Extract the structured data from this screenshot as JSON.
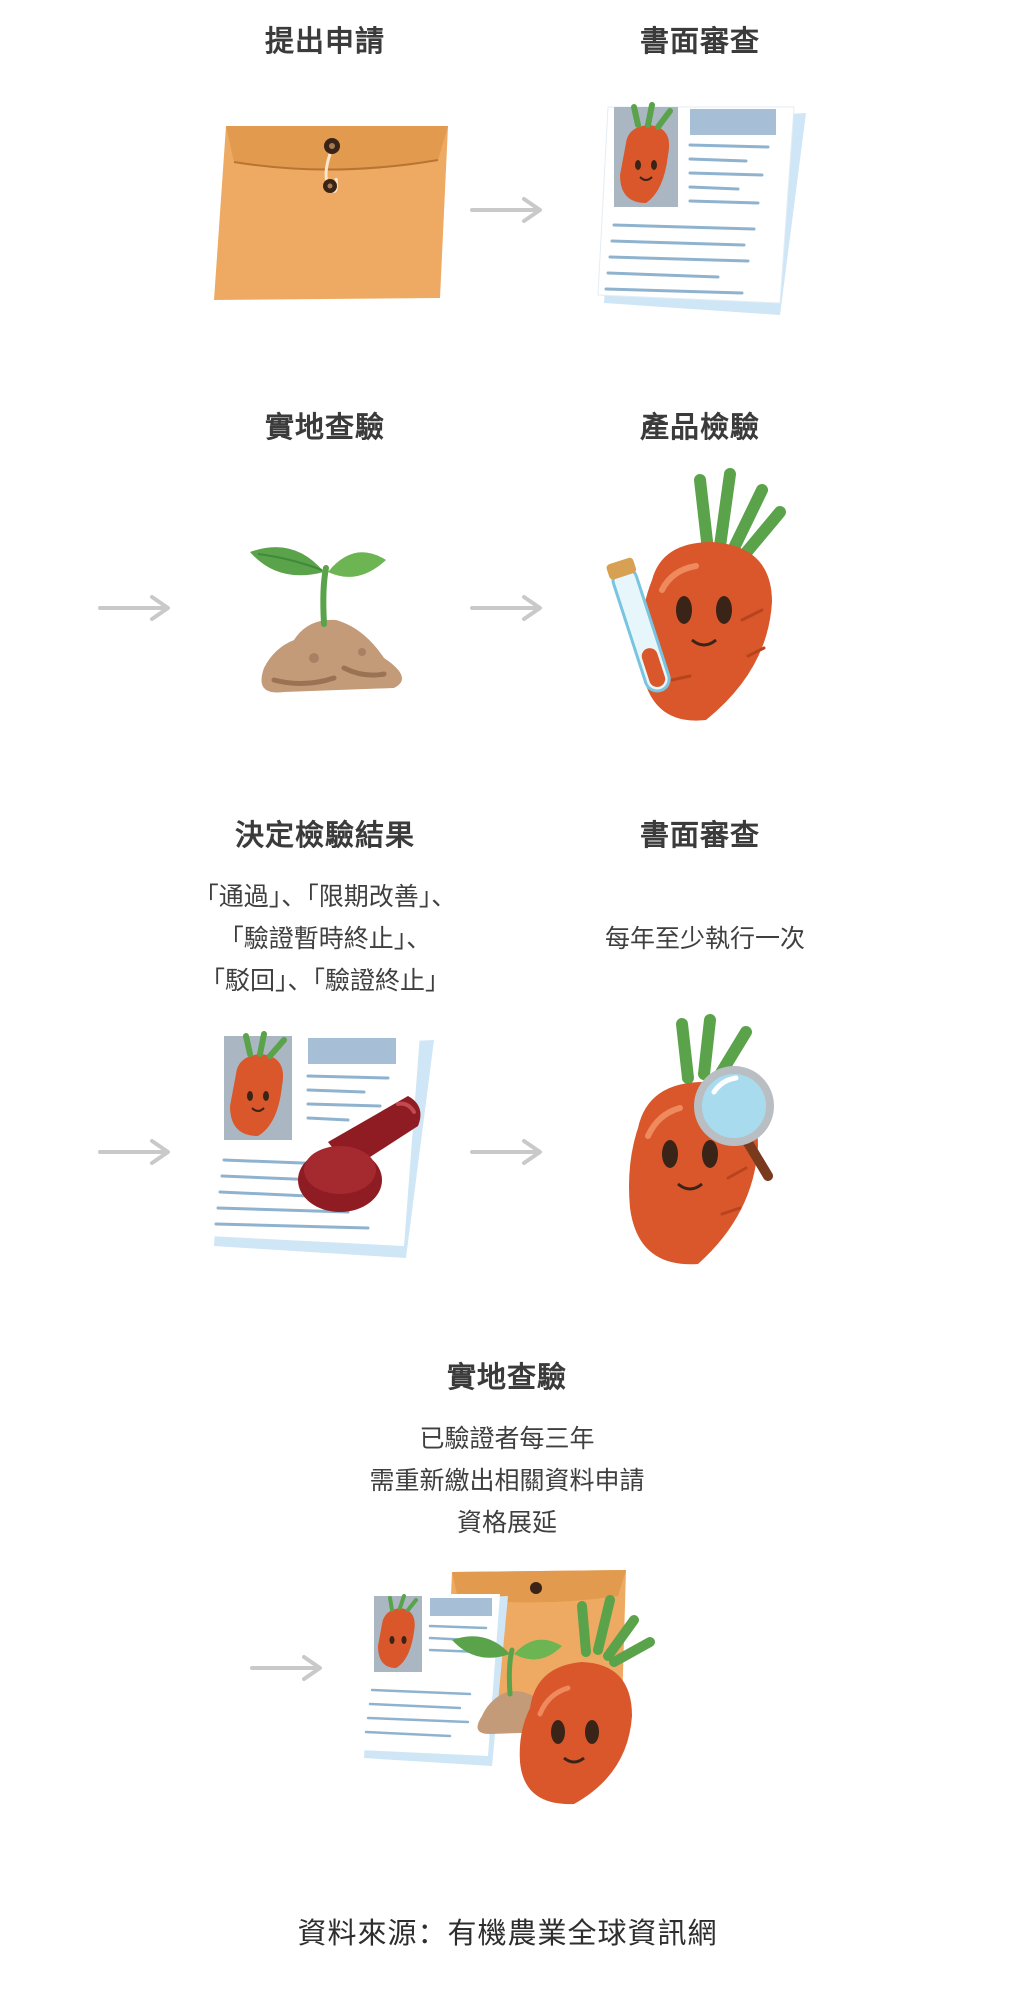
{
  "steps": [
    {
      "title": "提出申請"
    },
    {
      "title": "書面審查"
    },
    {
      "title": "實地查驗"
    },
    {
      "title": "產品檢驗"
    },
    {
      "title": "決定檢驗結果",
      "desc": [
        "「通過」、「限期改善」、",
        "「驗證暫時終止」、",
        "「駁回」、「驗證終止」"
      ]
    },
    {
      "title": "書面審查",
      "desc": [
        "每年至少執行一次"
      ]
    },
    {
      "title": "實地查驗",
      "desc": [
        "已驗證者每三年",
        "需重新繳出相關資料申請",
        "資格展延"
      ]
    }
  ],
  "source": "資料來源：有機農業全球資訊網",
  "colors": {
    "arrow": "#c9c9c9",
    "envelope": "#eeaa62",
    "carrot": "#d9572b",
    "leaf": "#5aa34a",
    "paper_line": "#8fb3cf",
    "stamp": "#8e1c22"
  }
}
